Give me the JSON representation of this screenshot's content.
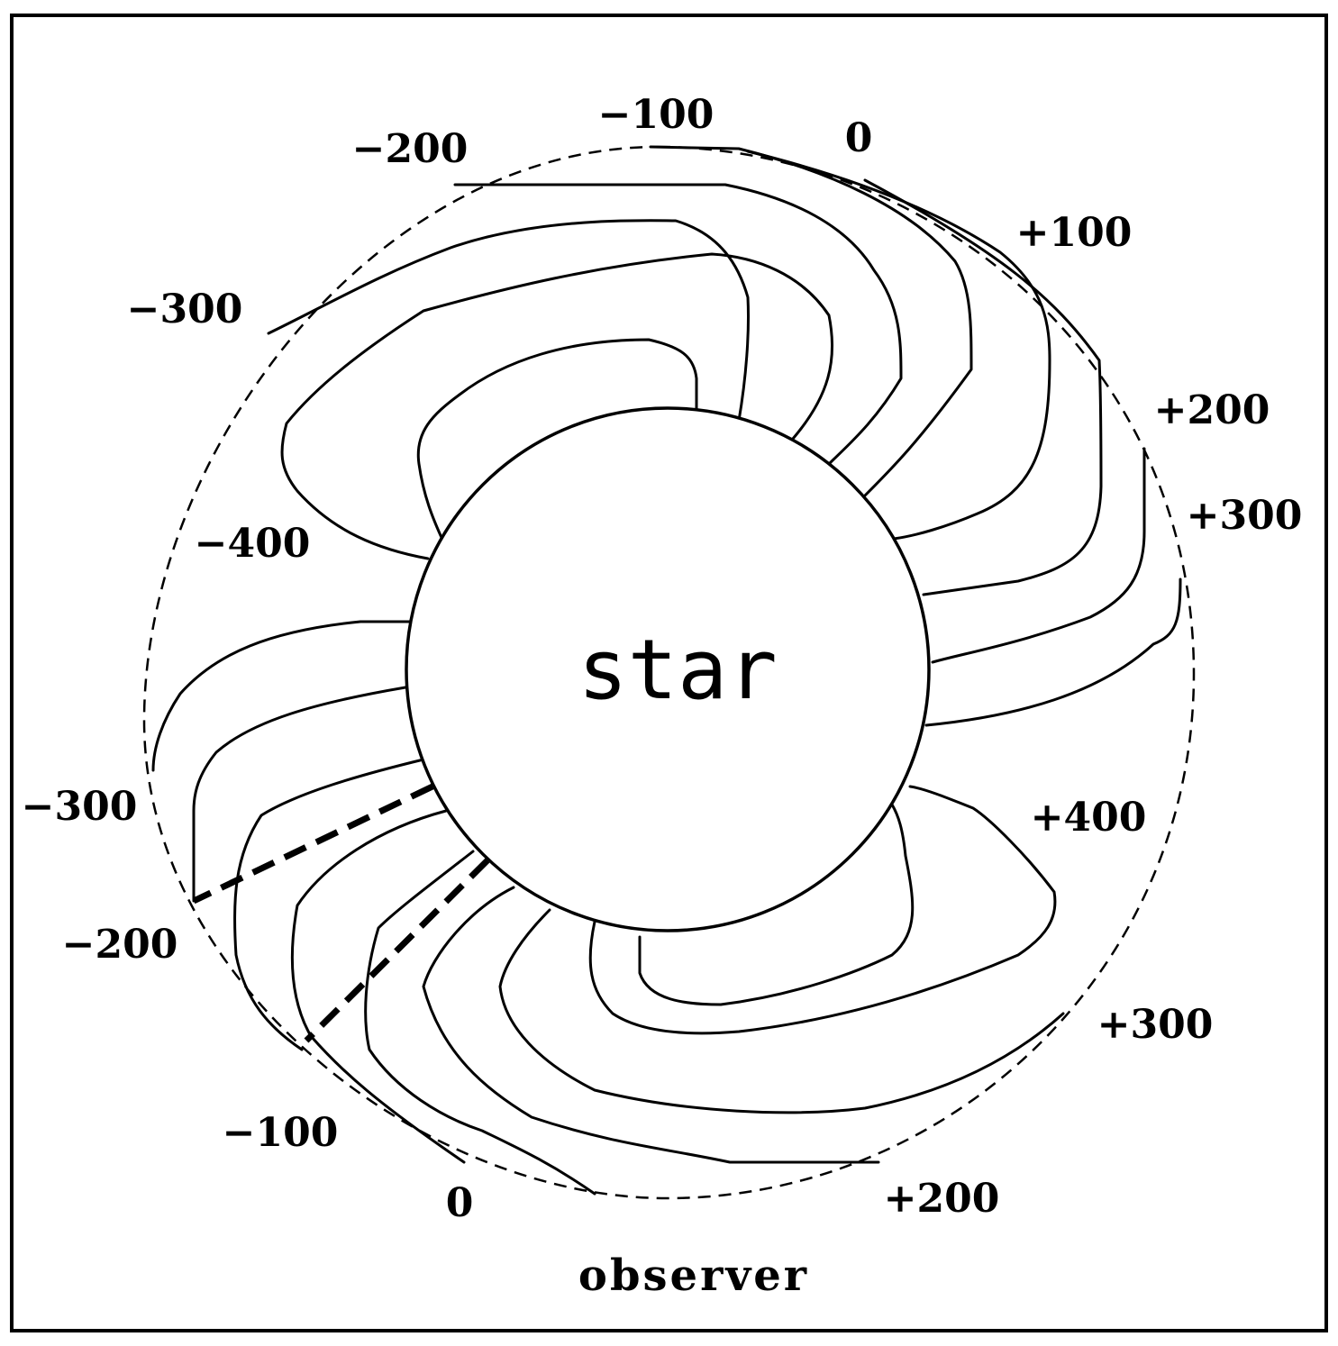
{
  "diagram": {
    "star_label": "star",
    "observer_label": "observer",
    "contour_labels": [
      "-100",
      "0",
      "-200",
      "+100",
      "-300",
      "+200",
      "+300",
      "-400",
      "-300",
      "+400",
      "-200",
      "+300",
      "-100",
      "0",
      "+200"
    ]
  }
}
